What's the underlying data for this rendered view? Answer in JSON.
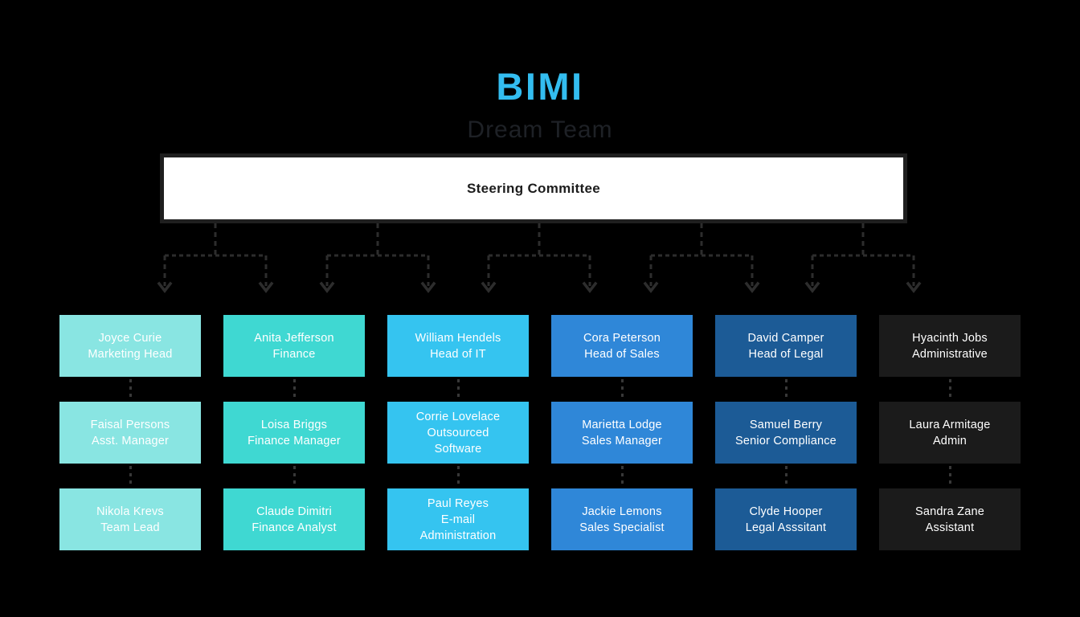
{
  "header": {
    "brand": "BIMI",
    "subtitle": "Dream Team"
  },
  "root": {
    "label": "Steering Committee"
  },
  "colors": {
    "background": "#000000",
    "accent": "#33BDF0",
    "subtitle_text": "#1E2126",
    "connector": "#2D2D2D",
    "dots": "#383838",
    "root_fill": "#FFFFFF",
    "root_border": "#1F1F1F",
    "root_text": "#1C1C1C",
    "card_text": "#FFFFFF"
  },
  "org": {
    "columns": [
      {
        "id": "marketing",
        "color": "#89E5E2",
        "members": [
          {
            "name": "Joyce Curie",
            "title": "Marketing Head"
          },
          {
            "name": "Faisal Persons",
            "title": "Asst. Manager"
          },
          {
            "name": "Nikola Krevs",
            "title": "Team Lead"
          }
        ]
      },
      {
        "id": "finance",
        "color": "#3FD8D2",
        "members": [
          {
            "name": "Anita Jefferson",
            "title": "Finance"
          },
          {
            "name": "Loisa Briggs",
            "title": "Finance Manager"
          },
          {
            "name": "Claude Dimitri",
            "title": "Finance Analyst"
          }
        ]
      },
      {
        "id": "it",
        "color": "#35C4F0",
        "members": [
          {
            "name": "William Hendels",
            "title": "Head of IT"
          },
          {
            "name": "Corrie Lovelace",
            "title": "Outsourced\nSoftware"
          },
          {
            "name": "Paul Reyes",
            "title": "E-mail\nAdministration"
          }
        ]
      },
      {
        "id": "sales",
        "color": "#2F87D8",
        "members": [
          {
            "name": "Cora Peterson",
            "title": "Head of Sales"
          },
          {
            "name": "Marietta Lodge",
            "title": "Sales Manager"
          },
          {
            "name": "Jackie Lemons",
            "title": "Sales Specialist"
          }
        ]
      },
      {
        "id": "legal",
        "color": "#1C5B96",
        "members": [
          {
            "name": "David Camper",
            "title": "Head of Legal"
          },
          {
            "name": "Samuel Berry",
            "title": "Senior Compliance"
          },
          {
            "name": "Clyde Hooper",
            "title": "Legal Asssitant"
          }
        ]
      },
      {
        "id": "administrative",
        "color": "#1B1B1B",
        "members": [
          {
            "name": "Hyacinth Jobs",
            "title": "Administrative"
          },
          {
            "name": "Laura Armitage",
            "title": "Admin"
          },
          {
            "name": "Sandra Zane",
            "title": "Assistant"
          }
        ]
      }
    ]
  }
}
